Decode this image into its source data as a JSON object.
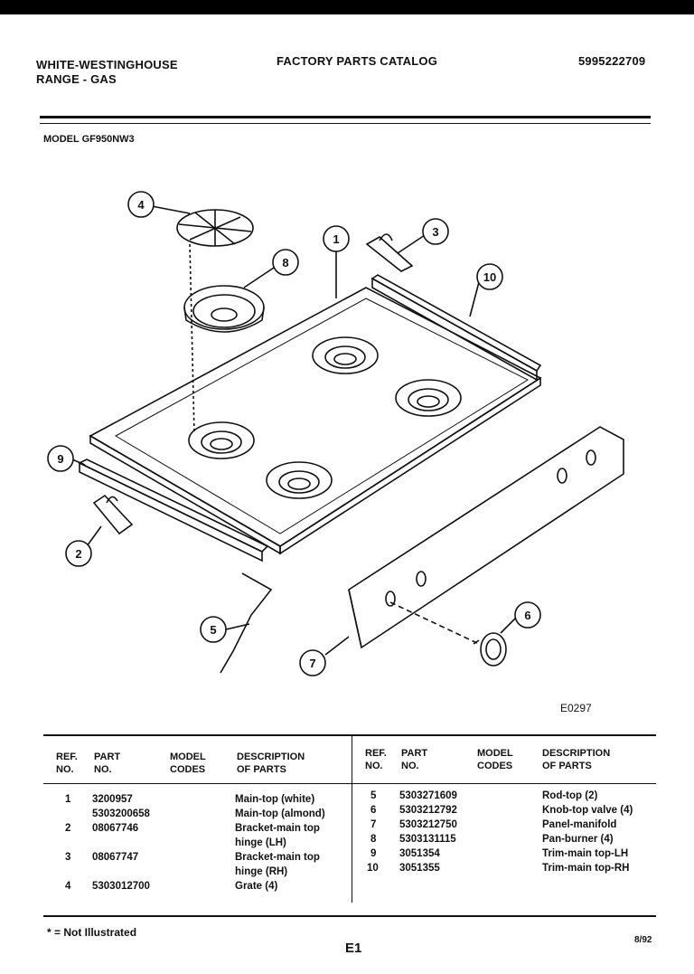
{
  "header": {
    "brand_line1": "WHITE-WESTINGHOUSE",
    "brand_line2": "RANGE - GAS",
    "catalog_title": "FACTORY PARTS CATALOG",
    "catalog_number": "5995222709",
    "model": "MODEL GF950NW3"
  },
  "diagram": {
    "callouts": [
      "1",
      "2",
      "3",
      "4",
      "5",
      "6",
      "7",
      "8",
      "9",
      "10"
    ],
    "figure_code": "E0297"
  },
  "table": {
    "headers": {
      "ref_no": "REF.\nNO.",
      "part_no": "PART\nNO.",
      "model_codes": "MODEL\nCODES",
      "description": "DESCRIPTION\nOF PARTS"
    },
    "left_rows": [
      {
        "ref": "1",
        "part": "3200957",
        "desc": "Main-top (white)"
      },
      {
        "ref": "",
        "part": "5303200658",
        "desc": "Main-top (almond)"
      },
      {
        "ref": "2",
        "part": "08067746",
        "desc": "Bracket-main top"
      },
      {
        "ref": "",
        "part": "",
        "desc": "hinge (LH)"
      },
      {
        "ref": "3",
        "part": "08067747",
        "desc": "Bracket-main top"
      },
      {
        "ref": "",
        "part": "",
        "desc": "hinge (RH)"
      },
      {
        "ref": "4",
        "part": "5303012700",
        "desc": "Grate (4)"
      }
    ],
    "right_rows": [
      {
        "ref": "5",
        "part": "5303271609",
        "desc": "Rod-top (2)"
      },
      {
        "ref": "6",
        "part": "5303212792",
        "desc": "Knob-top valve (4)"
      },
      {
        "ref": "7",
        "part": "5303212750",
        "desc": "Panel-manifold"
      },
      {
        "ref": "8",
        "part": "5303131115",
        "desc": "Pan-burner (4)"
      },
      {
        "ref": "9",
        "part": "3051354",
        "desc": "Trim-main top-LH"
      },
      {
        "ref": "10",
        "part": "3051355",
        "desc": "Trim-main top-RH"
      }
    ]
  },
  "footer": {
    "note": "* = Not Illustrated",
    "page": "E1",
    "date": "8/92"
  }
}
